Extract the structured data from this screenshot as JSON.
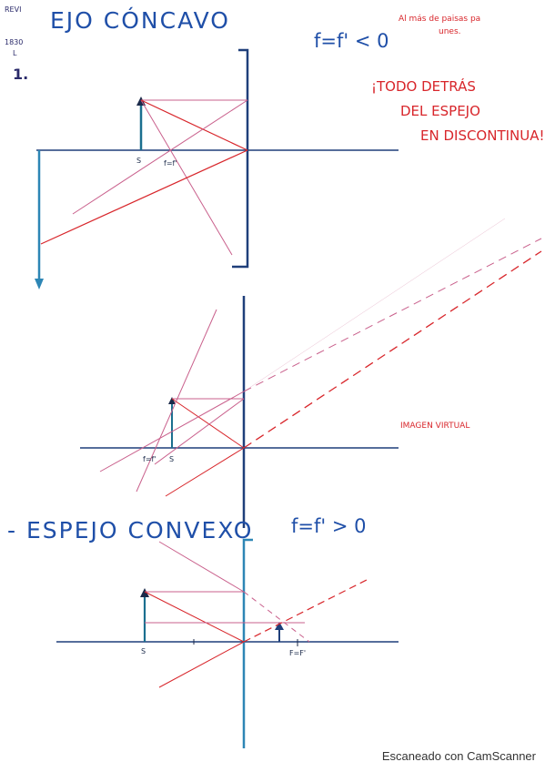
{
  "headings": {
    "concave_title": "EJO  CÓNCAVO",
    "concave_formula": "f=f' < 0",
    "convex_title": "- ESPEJO  CONVEXO",
    "convex_formula": "f=f' > 0"
  },
  "notes": {
    "top_right_note_line1": "Al más de paisas pa",
    "top_right_note_line2": "unes.",
    "warning_line1": "¡TODO DETRÁS",
    "warning_line2": "DEL ESPEJO",
    "warning_line3": "EN DISCONTINUA!",
    "virtual_image": "IMAGEN VIRTUAL"
  },
  "corner": {
    "line1": "REVI",
    "line2": "1830",
    "line3": "L",
    "line4": "1."
  },
  "labels": {
    "d1_s": "S",
    "d1_f": "f=f'",
    "d2_f": "f=f'",
    "d2_s": "S",
    "d3_s": "S",
    "d3_f": "F=F'"
  },
  "footer": {
    "scanner": "Escaneado con CamScanner"
  },
  "colors": {
    "blue": "#1f4fa8",
    "mirror": "#2d86b5",
    "red": "#d8262b",
    "pink": "#c9608c",
    "ink": "#1b2a4a"
  }
}
